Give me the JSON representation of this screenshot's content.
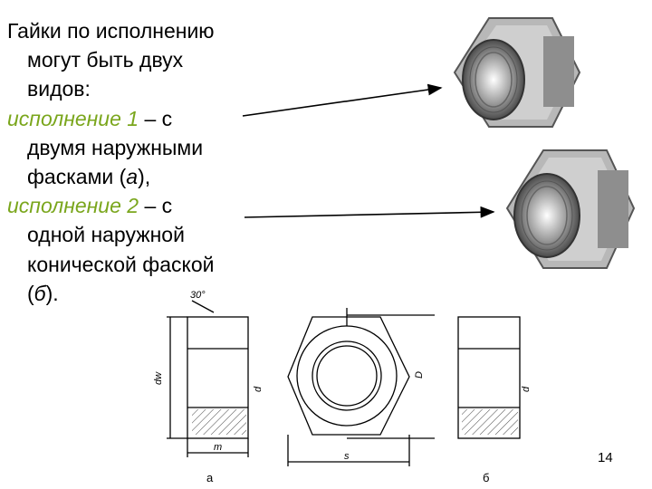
{
  "slide": {
    "line1": "Гайки по исполнению",
    "line2": "могут быть двух",
    "line3": "видов:",
    "item1_term": "исполнение 1",
    "item1_rest": " – с",
    "item1_line2": "двумя наружными",
    "item1_line3_a": "фасками (",
    "item1_line3_b": "а",
    "item1_line3_c": "),",
    "item2_term": "исполнение 2",
    "item2_rest": " – с",
    "item2_line2": "одной наружной",
    "item2_line3": "конической фаской",
    "item2_line4_a": "(",
    "item2_line4_b": "б",
    "item2_line4_c": ")."
  },
  "drawing": {
    "angle_label": "30°",
    "caption_a": "а",
    "caption_b": "б",
    "dim_m": "m",
    "dim_s": "s",
    "dim_d": "d",
    "dim_D": "D",
    "dim_dw": "dw"
  },
  "page_number": "14",
  "colors": {
    "accent_green": "#7aa61c",
    "nut_gray": "#b4b4b4"
  }
}
